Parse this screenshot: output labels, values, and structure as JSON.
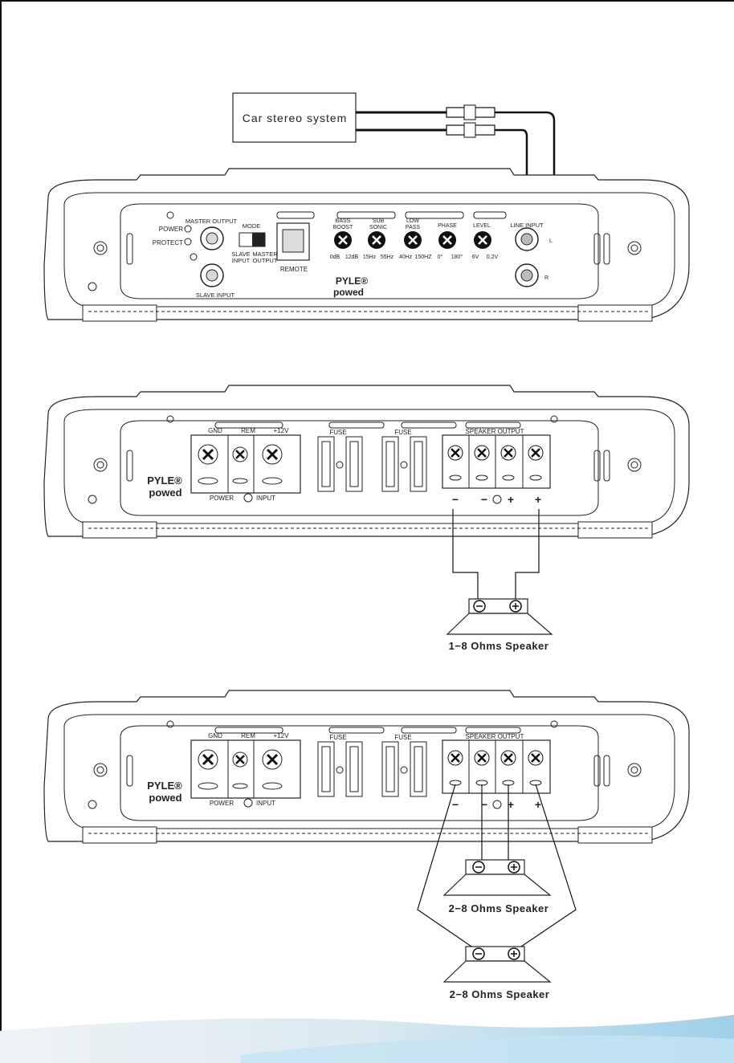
{
  "source": {
    "label": "Car stereo system"
  },
  "top_panel": {
    "power": "POWER",
    "protect": "PROTECT",
    "master_output": "MASTER OUTPUT",
    "slave_input": "SLAVE INPUT",
    "mode": "MODE",
    "mode_slave_input_1": "SLAVE",
    "mode_slave_input_2": "INPUT",
    "mode_master_output_1": "MASTER",
    "mode_master_output_2": "OUTPUT",
    "remote": "REMOTE",
    "bass_boost_1": "BASS",
    "bass_boost_2": "BOOST",
    "bass_min": "0dB",
    "bass_max": "12dB",
    "sub_sonic_1": "SUB",
    "sub_sonic_2": "SONIC",
    "sub_min": "15Hz",
    "sub_max": "55Hz",
    "low_pass_1": "LOW",
    "low_pass_2": "PASS",
    "lp_min": "40Hz",
    "lp_max": "150HZ",
    "phase": "PHASE",
    "phase_min": "0°",
    "phase_max": "180°",
    "level": "LEVEL",
    "level_min": "6V",
    "level_max": "0.2V",
    "line_input": "LINE INPUT",
    "left": "L",
    "right": "R",
    "brand_1": "PYLE®",
    "brand_2": "powed"
  },
  "bottom_panel": {
    "gnd": "GND",
    "rem": "REM",
    "plus12v": "+12V",
    "fuse": "FUSE",
    "speaker_output": "SPEAKER OUTPUT",
    "power_input_1": "POWER",
    "power_input_2": "INPUT",
    "minus": "−",
    "plus": "+",
    "brand_1": "PYLE®",
    "brand_2": "powed"
  },
  "speakers": {
    "bridged": "1−8  Ohms Speaker",
    "stereo_a": "2−8  Ohms Speaker",
    "stereo_b": "2−8  Ohms Speaker"
  }
}
